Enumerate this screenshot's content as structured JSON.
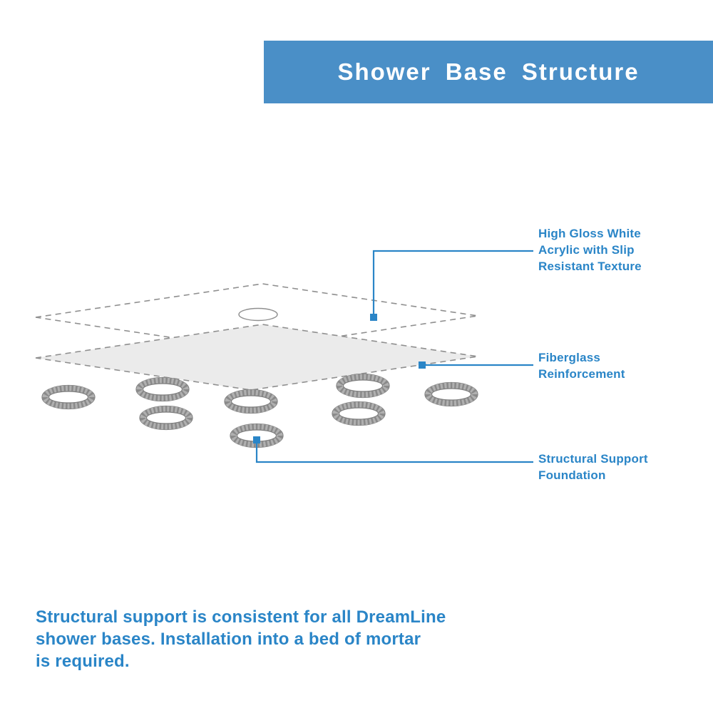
{
  "header": {
    "title": "Shower Base Structure"
  },
  "callouts": {
    "acrylic": {
      "lines": [
        "High Gloss White",
        "Acrylic with Slip",
        "Resistant Texture"
      ]
    },
    "fiberglass": {
      "lines": [
        "Fiberglass",
        "Reinforcement"
      ]
    },
    "support": {
      "lines": [
        "Structural Support",
        "Foundation"
      ]
    }
  },
  "footer": {
    "lines": [
      "Structural support is consistent for all DreamLine",
      "shower bases. Installation into a bed of mortar",
      "is required."
    ]
  },
  "colors": {
    "banner_blue": "#4a8fc7",
    "text_blue": "#2a85c7",
    "layer_gray": "#ebebeb",
    "dash_gray": "#8f8f8f",
    "ring_gray": "#a8a8a8"
  },
  "diagram": {
    "parts": [
      "acrylic-top-layer",
      "drain-hole",
      "fiberglass-layer",
      "support-rings"
    ]
  }
}
